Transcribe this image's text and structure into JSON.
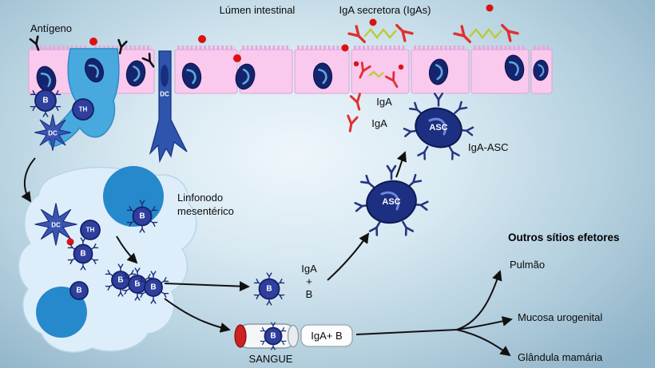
{
  "diagram": {
    "labels": {
      "antigen": "Antígeno",
      "lumen": "Lúmen intestinal",
      "siga": "IgA secretora (IgAs)",
      "iga_upper": "IgA",
      "iga_lower": "IgA",
      "iga_asc": "IgA-ASC",
      "lymph1": "Linfonodo",
      "lymph2": "mesentérico",
      "igab1": "IgA",
      "igab2": "+",
      "igab3": "B",
      "vessel_label": "IgA+ B",
      "blood": "SANGUE",
      "effectors_title": "Outros sítios efetores",
      "effector_lung": "Pulmão",
      "effector_urogenital": "Mucosa urogenital",
      "effector_mammary": "Glândula mamária"
    },
    "cells": {
      "b": "B",
      "th": "TH",
      "dc": "DC",
      "asc": "ASC"
    },
    "colors": {
      "background_center": "#eef6fb",
      "background_edge": "#8fb3c8",
      "epithelium": "#f9c9ee",
      "epithelium_edge": "#dfa3d6",
      "microvilli": "#e9a7dc",
      "nucleus_navy": "#14246e",
      "lymphocyte_blue": "#2e3f9d",
      "dendritic_blue": "#3a55b0",
      "follicle_blue": "#2589cb",
      "lymph_node_fill": "#ddeefa",
      "m_cell_blue": "#48a9de",
      "antigen_red": "#dd1111",
      "iga_red": "#e03131",
      "secretory_component": "#b9cc33",
      "vessel_red": "#cc2222"
    }
  }
}
